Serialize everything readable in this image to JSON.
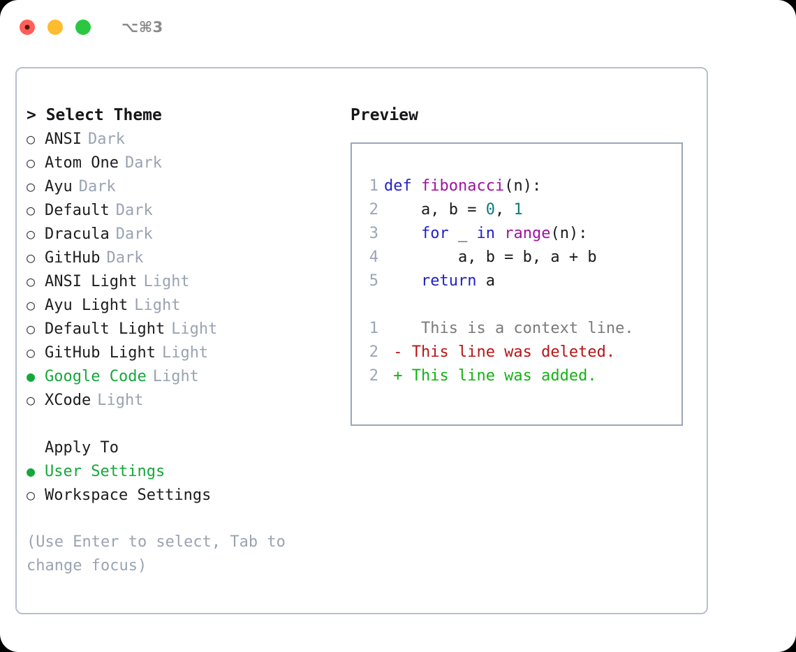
{
  "titlebar": {
    "shortcut": "⌥⌘3",
    "lights": [
      {
        "name": "close",
        "color": "#ff5f57"
      },
      {
        "name": "minimize",
        "color": "#febc2e"
      },
      {
        "name": "zoom",
        "color": "#2ac840"
      }
    ]
  },
  "left": {
    "heading": "> Select Theme",
    "themes": [
      {
        "marker": "○",
        "name": "ANSI",
        "category": "Dark",
        "selected": false
      },
      {
        "marker": "○",
        "name": "Atom One",
        "category": "Dark",
        "selected": false
      },
      {
        "marker": "○",
        "name": "Ayu",
        "category": "Dark",
        "selected": false
      },
      {
        "marker": "○",
        "name": "Default",
        "category": "Dark",
        "selected": false
      },
      {
        "marker": "○",
        "name": "Dracula",
        "category": "Dark",
        "selected": false
      },
      {
        "marker": "○",
        "name": "GitHub",
        "category": "Dark",
        "selected": false
      },
      {
        "marker": "○",
        "name": "ANSI Light",
        "category": "Light",
        "selected": false
      },
      {
        "marker": "○",
        "name": "Ayu Light",
        "category": "Light",
        "selected": false
      },
      {
        "marker": "○",
        "name": "Default Light",
        "category": "Light",
        "selected": false
      },
      {
        "marker": "○",
        "name": "GitHub Light",
        "category": "Light",
        "selected": false
      },
      {
        "marker": "●",
        "name": "Google Code",
        "category": "Light",
        "selected": true
      },
      {
        "marker": "○",
        "name": "XCode",
        "category": "Light",
        "selected": false
      }
    ],
    "apply_to_heading": "Apply To",
    "apply_to": [
      {
        "marker": "●",
        "name": "User Settings",
        "category": "",
        "selected": true
      },
      {
        "marker": "○",
        "name": "Workspace Settings",
        "category": "",
        "selected": false
      }
    ],
    "hint": "(Use Enter to select, Tab to change focus)"
  },
  "right": {
    "preview_title": "Preview",
    "code_lines": [
      {
        "no": "1",
        "tokens": [
          {
            "t": "def ",
            "c": "kw"
          },
          {
            "t": "fibonacci",
            "c": "fn"
          },
          {
            "t": "(n):",
            "c": "plain"
          }
        ]
      },
      {
        "no": "2",
        "tokens": [
          {
            "t": "    a, b = ",
            "c": "plain"
          },
          {
            "t": "0",
            "c": "num"
          },
          {
            "t": ", ",
            "c": "plain"
          },
          {
            "t": "1",
            "c": "num"
          }
        ]
      },
      {
        "no": "3",
        "tokens": [
          {
            "t": "    ",
            "c": "plain"
          },
          {
            "t": "for",
            "c": "kw"
          },
          {
            "t": " _ ",
            "c": "plain"
          },
          {
            "t": "in",
            "c": "kw"
          },
          {
            "t": " ",
            "c": "plain"
          },
          {
            "t": "range",
            "c": "fn"
          },
          {
            "t": "(n):",
            "c": "plain"
          }
        ]
      },
      {
        "no": "4",
        "tokens": [
          {
            "t": "        a, b = b, a + b",
            "c": "plain"
          }
        ]
      },
      {
        "no": "5",
        "tokens": [
          {
            "t": "    ",
            "c": "plain"
          },
          {
            "t": "return",
            "c": "kw"
          },
          {
            "t": " a",
            "c": "plain"
          }
        ]
      }
    ],
    "diff_lines": [
      {
        "no": "1",
        "marker": " ",
        "text": "  This is a context line.",
        "kind": "ctx"
      },
      {
        "no": "2",
        "marker": "-",
        "text": " This line was deleted.",
        "kind": "del"
      },
      {
        "no": "2",
        "marker": "+",
        "text": " This line was added.",
        "kind": "add"
      }
    ]
  },
  "colors": {
    "accent_green": "#14a83c",
    "keyword_blue": "#2121c7",
    "function_purple": "#a0119f",
    "number_teal": "#0c7b7b",
    "diff_deleted_red": "#b81414",
    "diff_added_green": "#13b313",
    "muted_gray": "#9aa3b2",
    "panel_border": "#b7bfcc"
  }
}
